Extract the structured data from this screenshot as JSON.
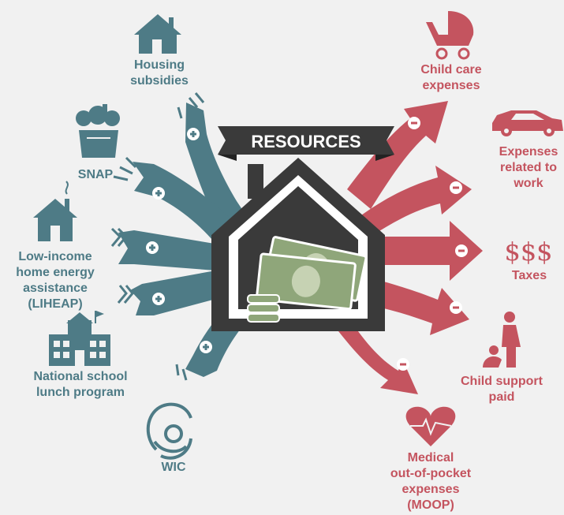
{
  "title": "RESOURCES",
  "colors": {
    "teal": "#4e7b86",
    "red": "#c4545f",
    "dark": "#3a3a3a",
    "money": "#8fa67a",
    "bg": "#f1f1f1"
  },
  "additions": [
    {
      "label": "Housing\nsubsidies",
      "icon": "house-icon",
      "sign": "+"
    },
    {
      "label": "SNAP",
      "icon": "grocery-bag-icon",
      "sign": "+"
    },
    {
      "label": "Low-income\nhome energy\nassistance\n(LIHEAP)",
      "icon": "home-energy-icon",
      "sign": "+"
    },
    {
      "label": "National school\nlunch program",
      "icon": "school-icon",
      "sign": "+"
    },
    {
      "label": "WIC",
      "icon": "mother-baby-icon",
      "sign": "+"
    }
  ],
  "subtractions": [
    {
      "label": "Child care\nexpenses",
      "icon": "stroller-icon",
      "sign": "-"
    },
    {
      "label": "Expenses\nrelated to\nwork",
      "icon": "car-icon",
      "sign": "-"
    },
    {
      "label": "Taxes",
      "icon": "dollar-signs-icon",
      "sign": "-",
      "glyph": "$$$"
    },
    {
      "label": "Child support\npaid",
      "icon": "parent-child-icon",
      "sign": "-"
    },
    {
      "label": "Medical\nout-of-pocket\nexpenses\n(MOOP)",
      "icon": "heart-pulse-icon",
      "sign": "-"
    }
  ]
}
